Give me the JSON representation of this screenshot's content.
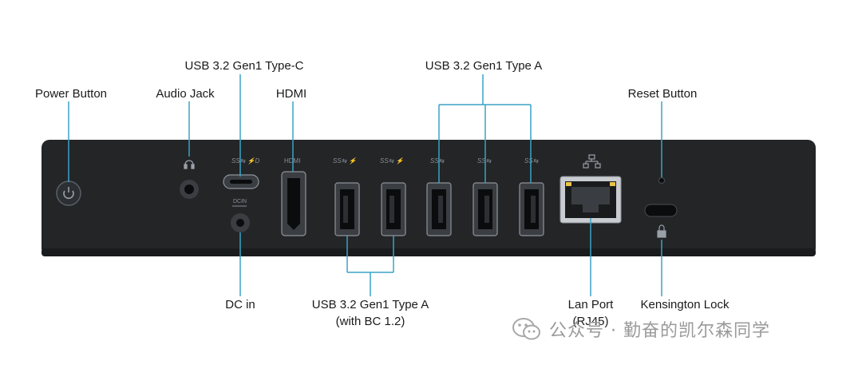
{
  "labels": {
    "power_button": "Power Button",
    "audio_jack": "Audio Jack",
    "usb_type_c": "USB 3.2 Gen1 Type-C",
    "hdmi": "HDMI",
    "usb_type_a_top": "USB 3.2 Gen1 Type A",
    "reset_button": "Reset Button",
    "dc_in": "DC in",
    "usb_type_a_bc_line1": "USB 3.2 Gen1 Type A",
    "usb_type_a_bc_line2": "(with BC 1.2)",
    "lan_port_line1": "Lan Port",
    "lan_port_line2": "(RJ45)",
    "kensington_lock": "Kensington Lock"
  },
  "panel_markings": {
    "hdmi": "HDMI",
    "dcin": "DCIN",
    "ss": "SS"
  },
  "watermark": {
    "text": "公众号 · 勤奋的凯尔森同学"
  },
  "colors": {
    "callout_line": "#3aa3c7",
    "chassis": "#222426",
    "label_text": "#1a1a1a"
  }
}
